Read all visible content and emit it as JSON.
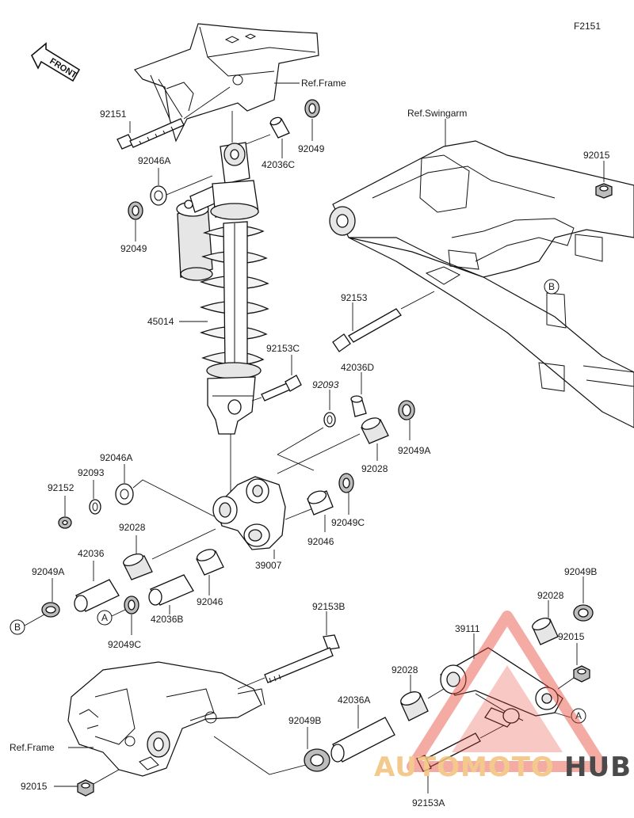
{
  "diagram_code": "F2151",
  "front_label": "FRONT",
  "refs": {
    "frame_top": "Ref.Frame",
    "swingarm": "Ref.Swingarm",
    "frame_bottom": "Ref.Frame"
  },
  "callouts": {
    "a": "A",
    "b": "B"
  },
  "parts": {
    "p92151": "92151",
    "p92046A_top": "92046A",
    "p92049_top_right": "92049",
    "p42036C": "42036C",
    "p92049_left": "92049",
    "p92015_top": "92015",
    "p45014": "45014",
    "p92153": "92153",
    "p92153C": "92153C",
    "p42036D": "42036D",
    "p92093_mid": "92093",
    "p92049A_right": "92049A",
    "p92028_mid": "92028",
    "p92046A_mid": "92046A",
    "p92093_left": "92093",
    "p92152": "92152",
    "p92049C_right": "92049C",
    "p92046_right": "92046",
    "p92028_left": "92028",
    "p39007": "39007",
    "p42036": "42036",
    "p92049A_left": "92049A",
    "p92046_left": "92046",
    "p42036B": "42036B",
    "p92049C_left": "92049C",
    "p92153B": "92153B",
    "p92049B_right": "92049B",
    "p92028_right": "92028",
    "p39111": "39111",
    "p92015_right": "92015",
    "p92028_bottom": "92028",
    "p42036A": "42036A",
    "p92049B_bottom": "92049B",
    "p92015_bottom": "92015",
    "p92153A": "92153A"
  },
  "watermark": {
    "part1": "AUTOMOTO",
    "part2": "HUB",
    "color1": "#f2c07a",
    "color2": "#2b2b2b",
    "logo_color": "#e84a3a"
  }
}
